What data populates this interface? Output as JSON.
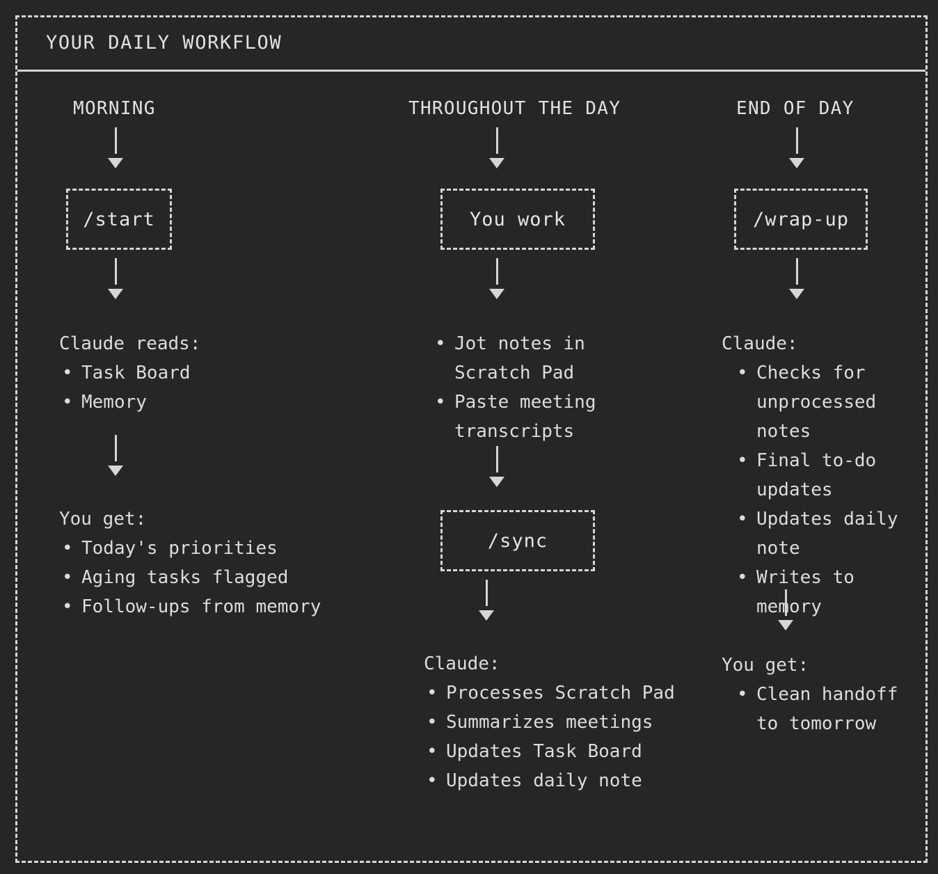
{
  "header": {
    "title": "YOUR DAILY WORKFLOW"
  },
  "columns": {
    "morning": {
      "heading": "MORNING",
      "box_label": "/start",
      "reads_lead": "Claude reads:",
      "reads_items": [
        "Task Board",
        "Memory"
      ],
      "get_lead": "You get:",
      "get_items": [
        "Today's priorities",
        "Aging tasks flagged",
        "Follow-ups from memory"
      ]
    },
    "throughout": {
      "heading": "THROUGHOUT THE DAY",
      "box_label": "You work",
      "work_items": [
        "Jot notes in Scratch Pad",
        "Paste meeting transcripts"
      ],
      "sync_box_label": "/sync",
      "claude_lead": "Claude:",
      "claude_items": [
        "Processes Scratch Pad",
        "Summarizes meetings",
        "Updates Task Board",
        "Updates daily note"
      ]
    },
    "endofday": {
      "heading": "END OF DAY",
      "box_label": "/wrap-up",
      "claude_lead": "Claude:",
      "claude_items": [
        "Checks for unprocessed notes",
        "Final to-do updates",
        "Updates daily note",
        "Writes to memory"
      ],
      "get_lead": "You get:",
      "get_items": [
        "Clean handoff to tomorrow"
      ]
    }
  },
  "icons": {
    "arrow_down": "down-triangle-arrow-icon",
    "connector": "vertical-connector-icon"
  },
  "colors": {
    "background": "#262626",
    "foreground": "#dcdcdc",
    "border": "#d6d6d6"
  }
}
